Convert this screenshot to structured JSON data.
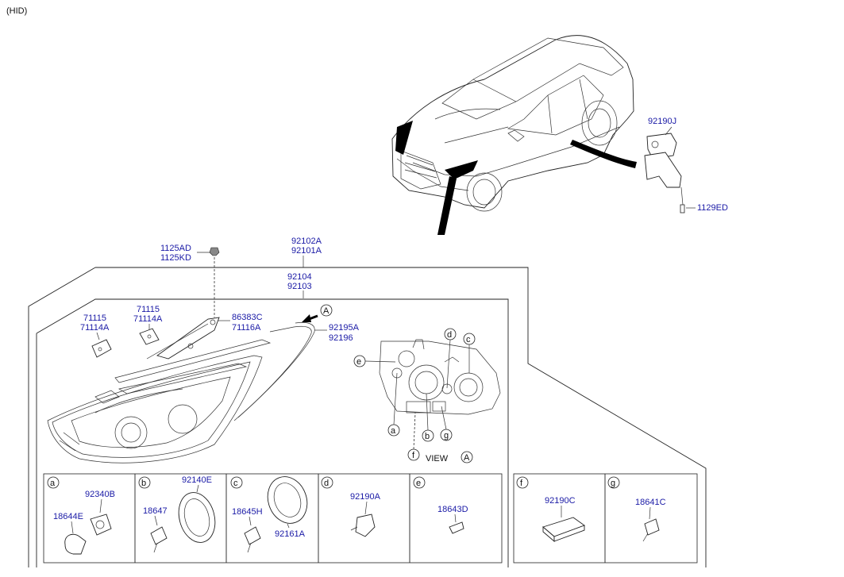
{
  "header": {
    "variant": "(HID)"
  },
  "view": {
    "text": "VIEW",
    "letter": "A"
  },
  "top": {
    "p_92190J": "92190J",
    "p_1129ED": "1129ED",
    "p_1125AD": "1125AD",
    "p_1125KD": "1125KD",
    "p_92102A": "92102A",
    "p_92101A": "92101A",
    "p_92104": "92104",
    "p_92103": "92103",
    "p_71115a": "71115",
    "p_71114Aa": "71114A",
    "p_71115b": "71115",
    "p_71114Ab": "71114A",
    "p_86383C": "86383C",
    "p_71116A": "71116A",
    "p_92195A": "92195A",
    "p_92196": "92196",
    "arrow_letter": "A"
  },
  "callouts": {
    "a": "a",
    "b": "b",
    "c": "c",
    "d": "d",
    "e": "e",
    "f": "f",
    "g": "g"
  },
  "cells": {
    "a": {
      "letter": "a",
      "p1": "92340B",
      "p2": "18644E"
    },
    "b": {
      "letter": "b",
      "p1": "92140E",
      "p2": "18647"
    },
    "c": {
      "letter": "c",
      "p1": "18645H",
      "p2": "92161A"
    },
    "d": {
      "letter": "d",
      "p1": "92190A"
    },
    "e": {
      "letter": "e",
      "p1": "18643D"
    },
    "f": {
      "letter": "f",
      "p1": "92190C"
    },
    "g": {
      "letter": "g",
      "p1": "18641C"
    }
  }
}
